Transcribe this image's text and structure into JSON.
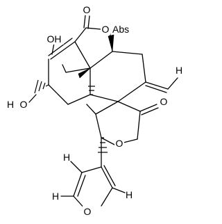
{
  "atoms": {
    "o_lactone1_carbonyl": "O",
    "o_lactone1_ring": "O",
    "abs_flag": "Abs",
    "oh_upper": "OH",
    "oh_lower": "O",
    "oh_lower_h": "H",
    "h_methylene": "H",
    "o_lactone2_carbonyl": "O",
    "o_lactone2_ring": "O",
    "furan_o": "O",
    "furan_h_left_top": "H",
    "furan_h_left_bottom": "H",
    "furan_h_right": "H"
  },
  "colors": {
    "ink": "#000000",
    "background": "#ffffff"
  }
}
